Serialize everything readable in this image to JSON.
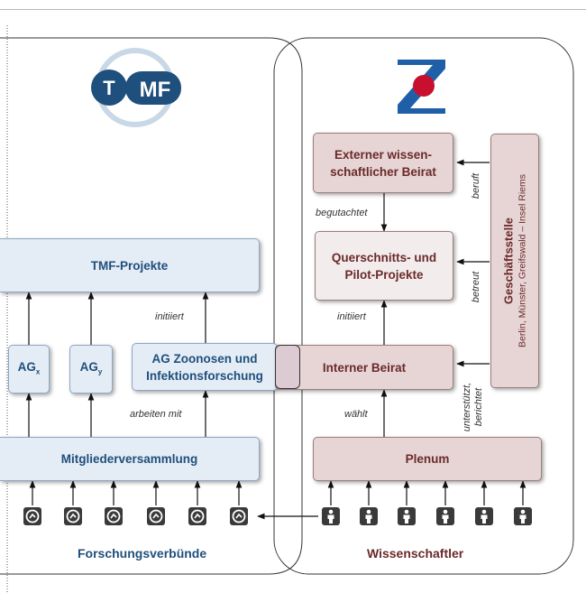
{
  "logos": {
    "tmf_letters": "TMF",
    "zi_icon": "zi-logo-icon"
  },
  "boxes": {
    "tmf_projekte": "TMF-Projekte",
    "ag_x": "AG",
    "ag_x_sub": "x",
    "ag_y": "AG",
    "ag_y_sub": "y",
    "ag_zoonosen_line1": "AG Zoonosen und",
    "ag_zoonosen_line2": "Infektionsforschung",
    "mitgliederversammlung": "Mitgliederversammlung",
    "externer_beirat_line1": "Externer wissen-",
    "externer_beirat_line2": "schaftlicher Beirat",
    "querschnitts_line1": "Querschnitts- und",
    "querschnitts_line2": "Pilot-Projekte",
    "interner_beirat": "Interner Beirat",
    "plenum": "Plenum",
    "geschaeftsstelle_title": "Geschäftsstelle",
    "geschaeftsstelle_sub": "Berlin, Münster, Greifswald – Insel Riems"
  },
  "labels": {
    "initiiert_left": "initiiert",
    "arbeiten_mit": "arbeiten mit",
    "begutachtet": "begutachtet",
    "initiiert_right": "initiiert",
    "waehlt": "wählt",
    "beruft": "beruft",
    "betreut": "betreut",
    "unterstuetzt_line1": "unterstützt,",
    "unterstuetzt_line2": "berichtet"
  },
  "sections": {
    "forschungsverbuende": "Forschungsverbünde",
    "wissenschaftler": "Wissenschaftler"
  },
  "colors": {
    "tmf_blue": "#1f4f7c",
    "zi_red": "#c8102e",
    "blue_fill": "#e4ecf5",
    "red_fill": "#e7d5d5"
  }
}
